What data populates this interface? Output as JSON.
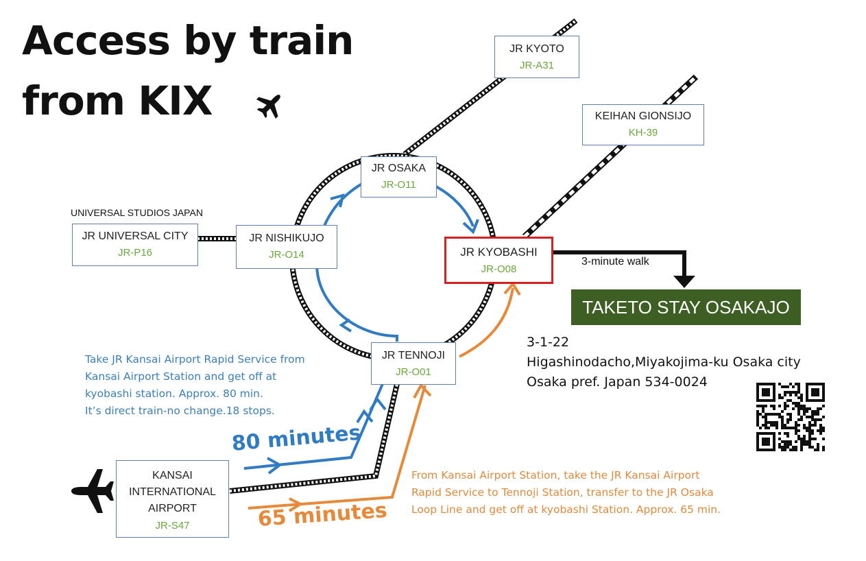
{
  "title": {
    "line1": "Access by train",
    "line2": "from KIX"
  },
  "stations": {
    "kyoto": {
      "name": "JR KYOTO",
      "code": "JR-A31"
    },
    "gionsijo": {
      "name": "KEIHAN GIONSIJO",
      "code": "KH-39"
    },
    "osaka": {
      "name": "JR OSAKA",
      "code": "JR-O11"
    },
    "nishikujo": {
      "name": "JR NISHIKUJO",
      "code": "JR-O14"
    },
    "universal": {
      "name": "JR UNIVERSAL CITY",
      "code": "JR-P16"
    },
    "kyobashi": {
      "name": "JR KYOBASHI",
      "code": "JR-O08"
    },
    "tennoji": {
      "name": "JR TENNOJI",
      "code": "JR-O01"
    },
    "kix": {
      "name_line1": "KANSAI",
      "name_line2": "INTERNATIONAL",
      "name_line3": "AIRPORT",
      "code": "JR-S47"
    }
  },
  "usj_label": "UNIVERSAL STUDIOS JAPAN",
  "walk_label": "3-minute walk",
  "hotel": {
    "name": "TAKETO STAY OSAKAJO"
  },
  "address": {
    "line1": "3-1-22",
    "line2": "Higashinodacho,Miyakojima-ku Osaka city",
    "line3": "Osaka pref. Japan 534-0024"
  },
  "routes": {
    "direct": {
      "minutes_label": "80 minutes",
      "description": [
        "Take JR Kansai Airport Rapid Service from",
        "Kansai Airport Station and get off at",
        "kyobashi station. Approx. 80 min.",
        "It’s direct train-no change.18 stops."
      ]
    },
    "transfer": {
      "minutes_label": "65 minutes",
      "description": [
        "From Kansai Airport Station, take the JR Kansai Airport",
        "Rapid Service to Tennoji Station, transfer to the JR Osaka",
        "Loop Line and get off at kyobashi Station. Approx. 65 min."
      ]
    }
  },
  "colors": {
    "blue_route": "#2f7bc4",
    "orange_route": "#e8893a",
    "station_code": "#6aa83a",
    "highlight_border": "#d42020",
    "hotel_bg": "#3d5f23"
  },
  "icons": [
    "airplane-icon",
    "qr-code-icon",
    "arrow-down-icon"
  ]
}
